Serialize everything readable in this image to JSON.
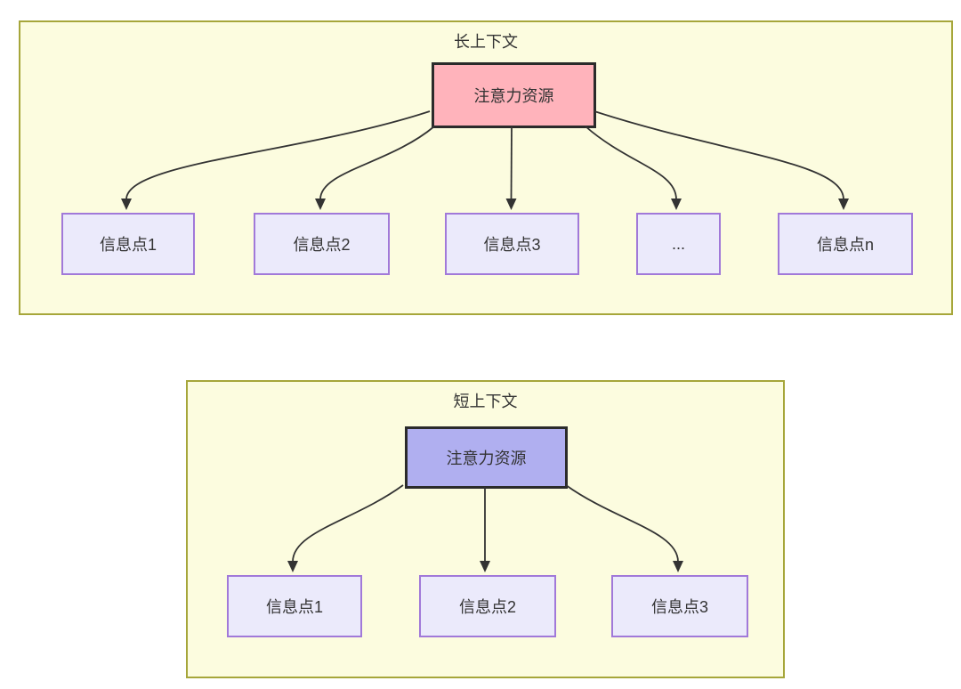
{
  "colors": {
    "panel_bg": "#fcfcdf",
    "panel_border": "#a6a63a",
    "attention_long_bg": "#ffb3bb",
    "attention_short_bg": "#b0aff0",
    "attention_border": "#2b2b2b",
    "info_bg": "#ebeafb",
    "info_border": "#a179d9",
    "arrow": "#333333",
    "text": "#333333"
  },
  "long_context": {
    "title": "长上下文",
    "attention_label": "注意力资源",
    "info_boxes": [
      {
        "label": "信息点1"
      },
      {
        "label": "信息点2"
      },
      {
        "label": "信息点3"
      },
      {
        "label": "..."
      },
      {
        "label": "信息点n"
      }
    ]
  },
  "short_context": {
    "title": "短上下文",
    "attention_label": "注意力资源",
    "info_boxes": [
      {
        "label": "信息点1"
      },
      {
        "label": "信息点2"
      },
      {
        "label": "信息点3"
      }
    ]
  }
}
